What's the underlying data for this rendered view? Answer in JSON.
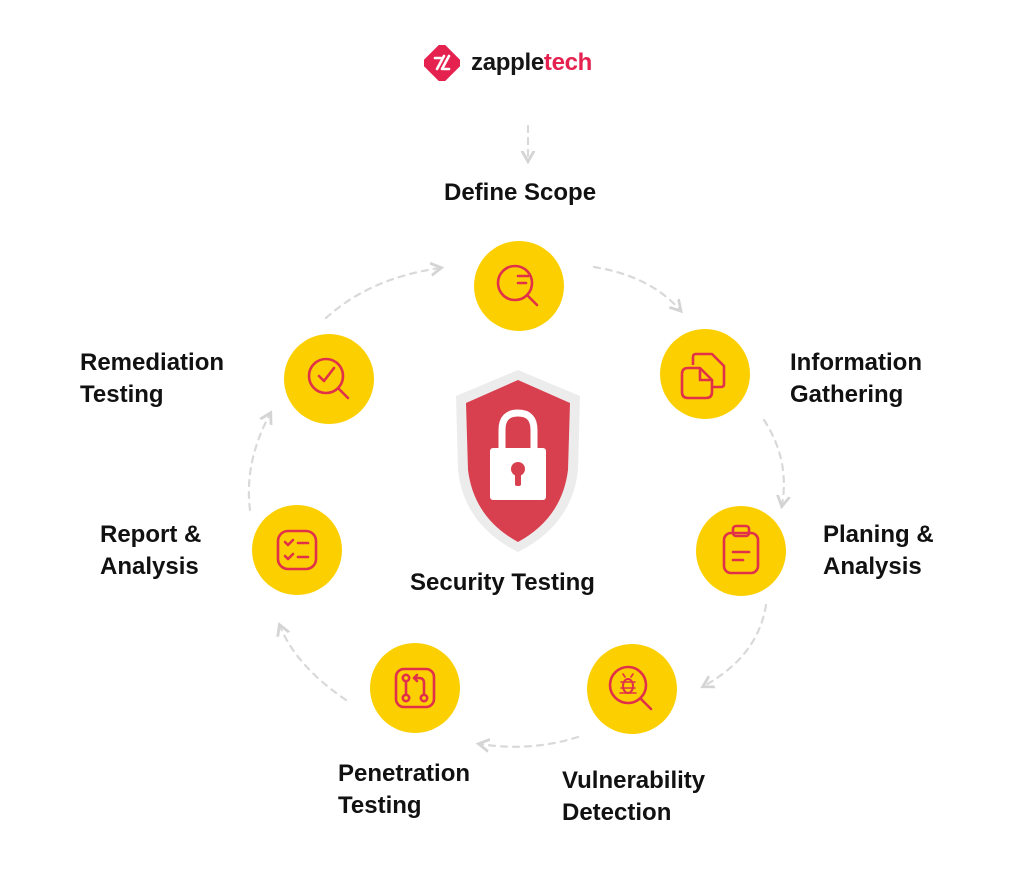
{
  "logo": {
    "word1": "zapple",
    "word2": "tech",
    "mark_icon": "zappletech-logo-icon",
    "accent_color": "#e5224f"
  },
  "center": {
    "label": "Security Testing",
    "icon": "shield-lock-icon",
    "shield_color": "#d9404f"
  },
  "circle_color": "#fcd000",
  "icon_color": "#e0304a",
  "steps": [
    {
      "line1": "Define Scope",
      "line2": "",
      "icon": "search-lines-icon"
    },
    {
      "line1": "Information",
      "line2": "Gathering",
      "icon": "documents-icon"
    },
    {
      "line1": "Planing &",
      "line2": "Analysis",
      "icon": "clipboard-icon"
    },
    {
      "line1": "Vulnerability",
      "line2": "Detection",
      "icon": "bug-search-icon"
    },
    {
      "line1": "Penetration",
      "line2": "Testing",
      "icon": "merge-branch-icon"
    },
    {
      "line1": "Report &",
      "line2": "Analysis",
      "icon": "checklist-icon"
    },
    {
      "line1": "Remediation",
      "line2": "Testing",
      "icon": "search-check-icon"
    }
  ]
}
